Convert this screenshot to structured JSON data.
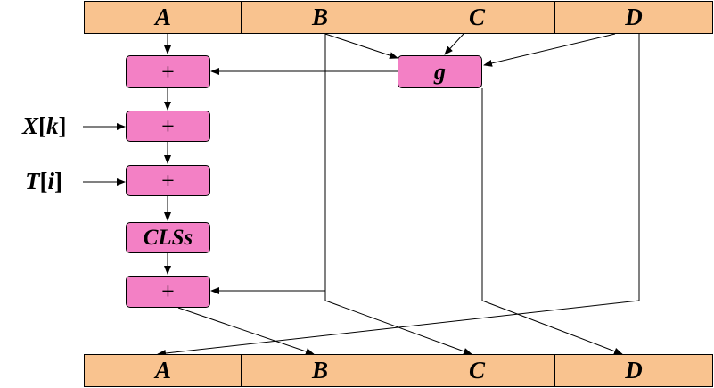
{
  "top_row": [
    "A",
    "B",
    "C",
    "D"
  ],
  "bottom_row": [
    "A",
    "B",
    "C",
    "D"
  ],
  "ops": {
    "add1": "+",
    "g": "g",
    "add2": "+",
    "add3": "+",
    "cls": "CLSs",
    "add4": "+"
  },
  "inputs": {
    "x_name": "X",
    "x_index": "k",
    "t_name": "T",
    "t_index": "i"
  },
  "colors": {
    "register": "#f9c38f",
    "operation": "#f380c5",
    "line": "#000000"
  }
}
